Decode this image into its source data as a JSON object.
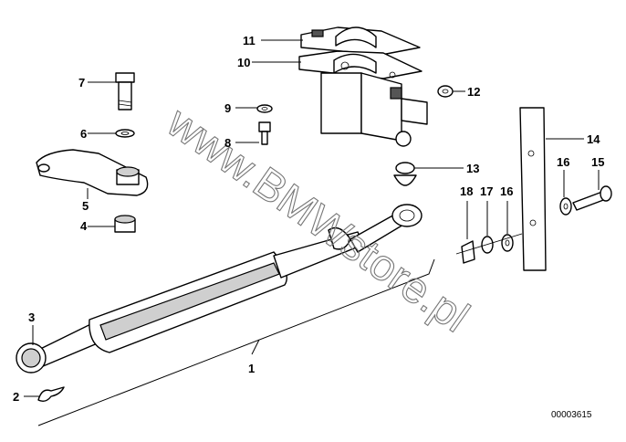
{
  "watermark": "www.BMWstore.pl",
  "diagram_code": "00003615",
  "callouts": [
    "1",
    "2",
    "3",
    "4",
    "5",
    "6",
    "7",
    "8",
    "9",
    "10",
    "11",
    "12",
    "13",
    "14",
    "15",
    "16",
    "16",
    "17",
    "18"
  ]
}
